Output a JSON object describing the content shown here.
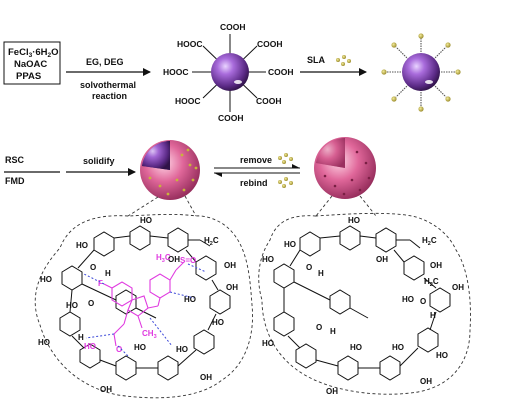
{
  "reagents_box": {
    "line1": "FeCl",
    "line1_sub": "3",
    "line1_rest": "·6H",
    "line1_sub2": "2",
    "line1_end": "O",
    "line2": "NaOAC",
    "line3": "PPAS"
  },
  "step1": {
    "above": "EG, DEG",
    "below1": "solvothermal",
    "below2": "reaction"
  },
  "step2": {
    "above": "SLA"
  },
  "step3": {
    "above": "solidify",
    "left_top": "RSC",
    "left_bottom": "FMD"
  },
  "step4": {
    "above": "remove",
    "below": "rebind"
  },
  "cooh_label": "COOH",
  "hooc_label": "HOOC",
  "chem": {
    "ho": "HO",
    "oh": "OH",
    "h": "H",
    "o": "O",
    "f": "F",
    "s": "S",
    "ch2_left": "H",
    "ch2_sub": "2",
    "ch2_c": "C",
    "h3c_h": "H",
    "h3c_sub": "3",
    "h3c_c": "C",
    "ch3_c": "CH",
    "ch3_sub": "3",
    "so": "S=O"
  },
  "colors": {
    "sphere_purple": "#7b3fa8",
    "imprint_pink": "#e0679a",
    "template_magenta": "#e03be0",
    "hbond_blue": "#3a47d8",
    "ligand_gold": "#c8b43a"
  }
}
